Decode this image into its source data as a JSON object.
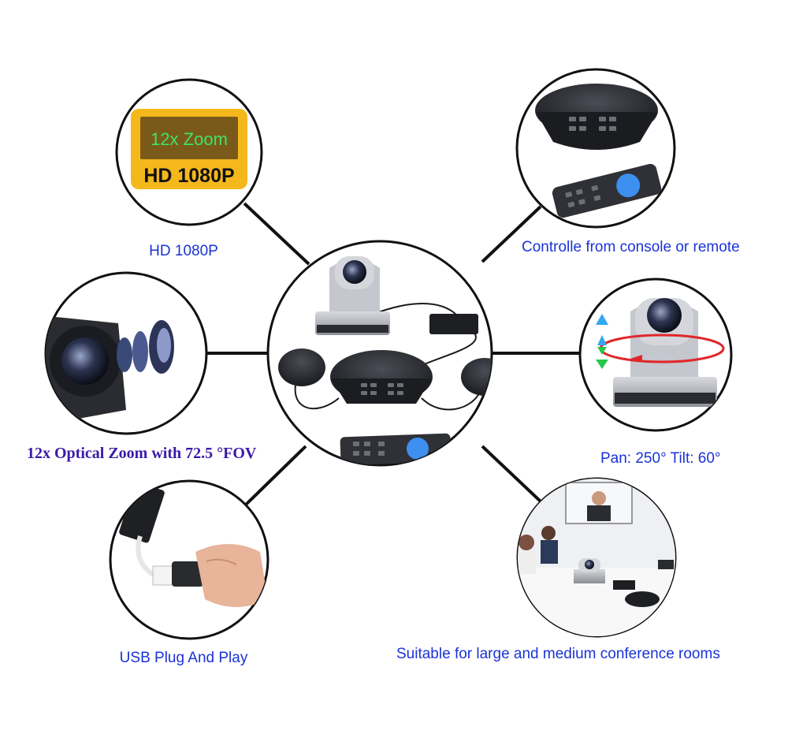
{
  "colors": {
    "line": "#111111",
    "label_blue": "#1a33d6",
    "label_purple": "#3a1aa8",
    "badge_gold": "#f5b81c",
    "badge_inner": "#7a5a1a",
    "badge_green": "#3be36a",
    "device_dark": "#2a2c31",
    "device_silver": "#b9bcc2",
    "remote_blue": "#3d8ff0",
    "arrow_red": "#e0262a",
    "arrow_blue": "#32a8f0",
    "arrow_green": "#2ac64a"
  },
  "badge": {
    "zoom": "12x Zoom",
    "resolution": "HD 1080P"
  },
  "labels": {
    "hd": "HD 1080P",
    "controlle": "Controlle from console or remote",
    "optical": "12x Optical Zoom with 72.5 °FOV",
    "pan_tilt": "Pan:  250°   Tilt:  60°",
    "usb": "USB Plug And Play",
    "rooms": "Suitable for large and medium conference rooms"
  },
  "icons": {
    "center": "conference-kit-icon",
    "hd": "hd-zoom-badge-icon",
    "controller": "speakerphone-remote-icon",
    "lens": "camera-lens-icon",
    "pan_tilt": "ptz-camera-rotation-icon",
    "usb": "usb-plug-hand-icon",
    "room": "conference-room-icon"
  }
}
